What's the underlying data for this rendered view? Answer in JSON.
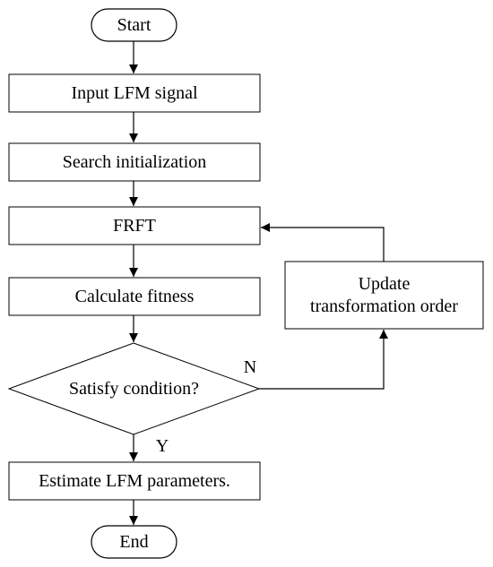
{
  "diagram": {
    "nodes": {
      "start": "Start",
      "input": "Input LFM signal",
      "search": "Search initialization",
      "frft": "FRFT",
      "fitness": "Calculate fitness",
      "condition": "Satisfy condition?",
      "update_line1": "Update",
      "update_line2": "transformation order",
      "estimate": "Estimate LFM parameters.",
      "end": "End"
    },
    "edge_labels": {
      "no": "N",
      "yes": "Y"
    },
    "colors": {
      "stroke": "#000000",
      "fill": "#ffffff"
    }
  }
}
